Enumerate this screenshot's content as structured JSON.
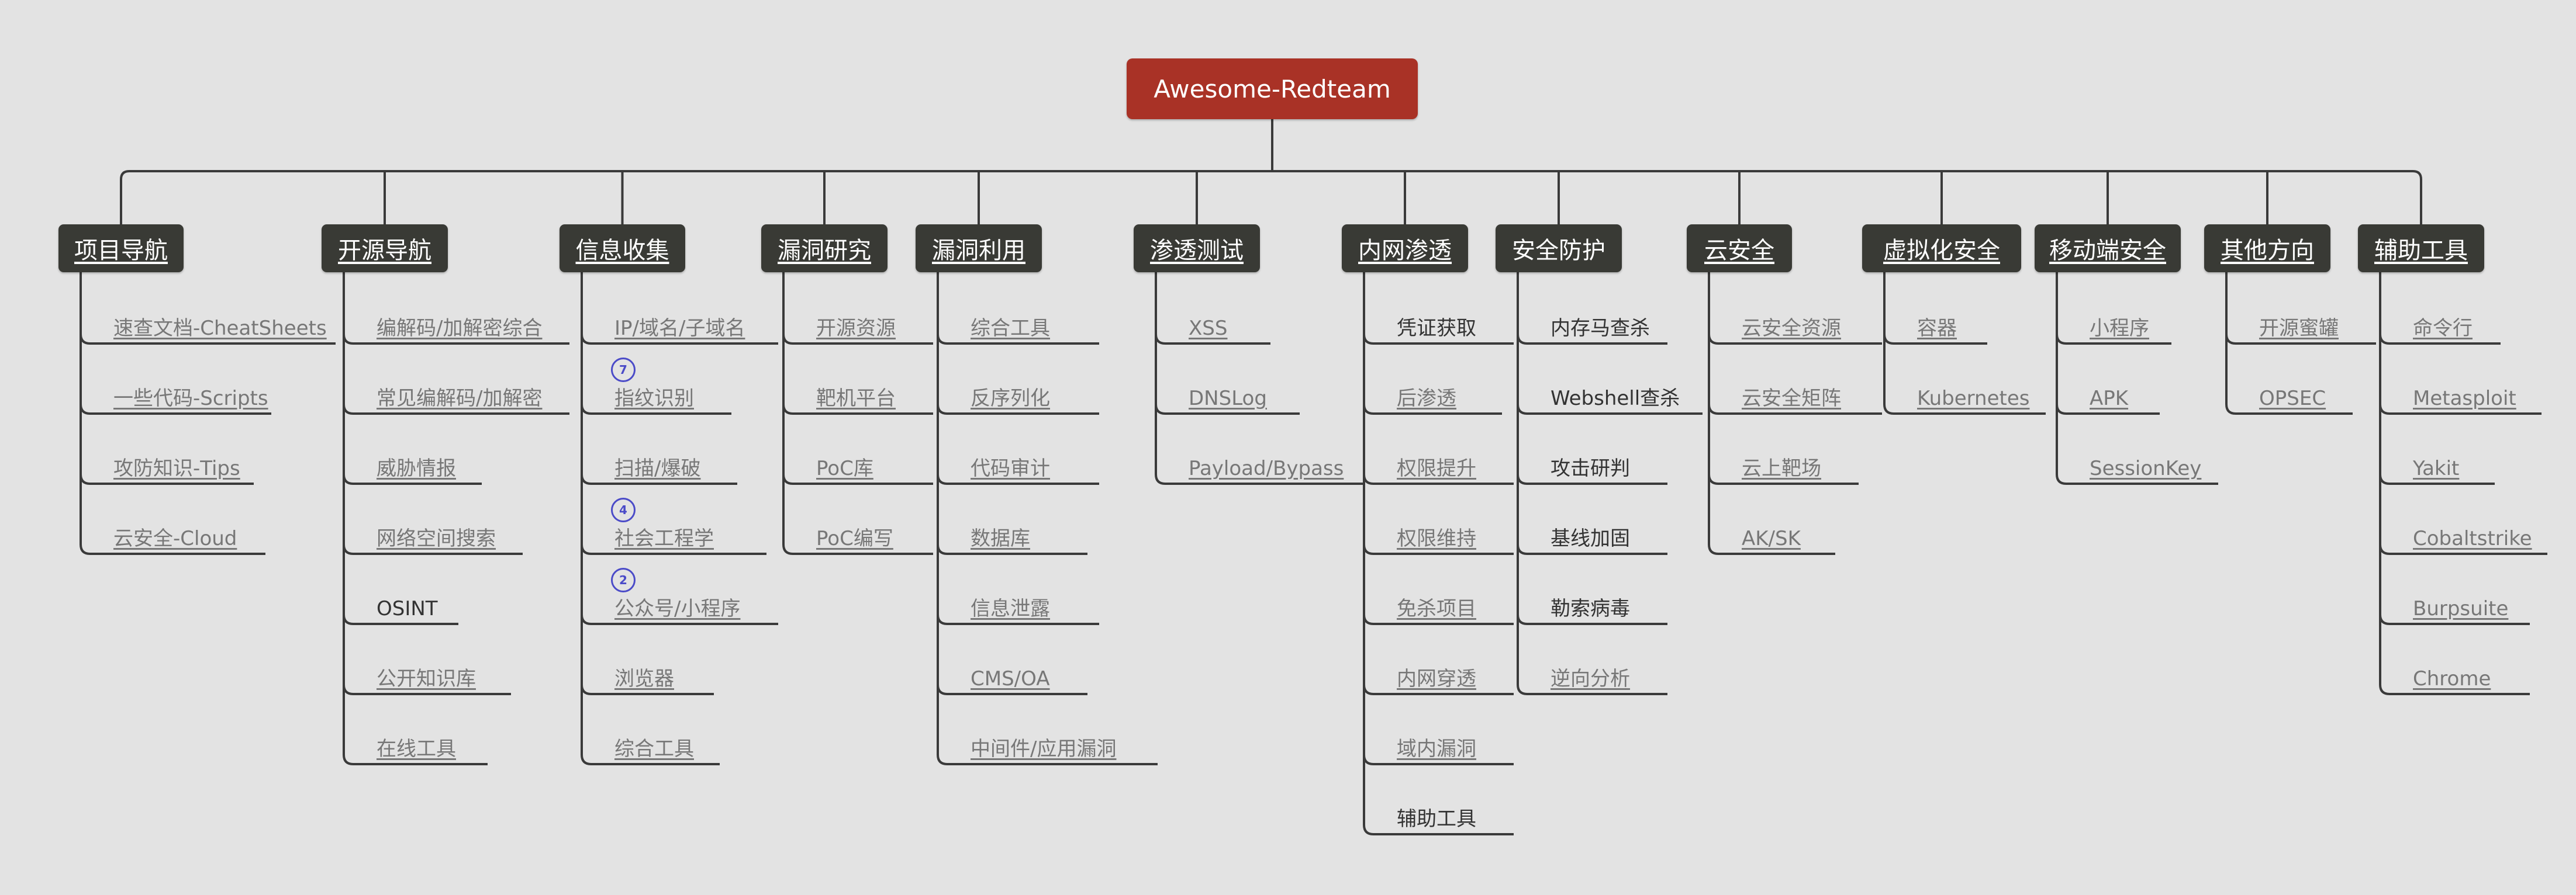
{
  "root": {
    "label": "Awesome-Redteam"
  },
  "branches": [
    {
      "label": "项目导航",
      "link": true,
      "items": [
        {
          "label": "速查文档-CheatSheets",
          "link": true
        },
        {
          "label": "一些代码-Scripts",
          "link": true
        },
        {
          "label": "攻防知识-Tips",
          "link": true
        },
        {
          "label": "云安全-Cloud",
          "link": true
        }
      ]
    },
    {
      "label": "开源导航",
      "link": true,
      "items": [
        {
          "label": "编解码/加解密综合",
          "link": true
        },
        {
          "label": "常见编解码/加解密",
          "link": true
        },
        {
          "label": "威胁情报",
          "link": true
        },
        {
          "label": "网络空间搜索",
          "link": true
        },
        {
          "label": "OSINT",
          "link": false
        },
        {
          "label": "公开知识库",
          "link": true
        },
        {
          "label": "在线工具",
          "link": true
        }
      ]
    },
    {
      "label": "信息收集",
      "link": true,
      "items": [
        {
          "label": "IP/域名/子域名",
          "link": true,
          "badge": "7"
        },
        {
          "label": "指纹识别",
          "link": true
        },
        {
          "label": "扫描/爆破",
          "link": true,
          "badge": "4"
        },
        {
          "label": "社会工程学",
          "link": true,
          "badge": "2"
        },
        {
          "label": "公众号/小程序",
          "link": true
        },
        {
          "label": "浏览器",
          "link": true
        },
        {
          "label": "综合工具",
          "link": true
        }
      ]
    },
    {
      "label": "漏洞研究",
      "link": true,
      "items": [
        {
          "label": "开源资源",
          "link": true
        },
        {
          "label": "靶机平台",
          "link": true
        },
        {
          "label": "PoC库",
          "link": true
        },
        {
          "label": "PoC编写",
          "link": true
        }
      ]
    },
    {
      "label": "漏洞利用",
      "link": true,
      "items": [
        {
          "label": "综合工具",
          "link": true
        },
        {
          "label": "反序列化",
          "link": true
        },
        {
          "label": "代码审计",
          "link": true
        },
        {
          "label": "数据库",
          "link": true
        },
        {
          "label": "信息泄露",
          "link": true
        },
        {
          "label": "CMS/OA",
          "link": true
        },
        {
          "label": "中间件/应用漏洞",
          "link": true
        }
      ]
    },
    {
      "label": "渗透测试",
      "link": true,
      "items": [
        {
          "label": "XSS",
          "link": true
        },
        {
          "label": "DNSLog",
          "link": true
        },
        {
          "label": "Payload/Bypass",
          "link": true
        }
      ]
    },
    {
      "label": "内网渗透",
      "link": true,
      "items": [
        {
          "label": "凭证获取",
          "link": false
        },
        {
          "label": "后渗透",
          "link": true
        },
        {
          "label": "权限提升",
          "link": true
        },
        {
          "label": "权限维持",
          "link": true
        },
        {
          "label": "免杀项目",
          "link": true
        },
        {
          "label": "内网穿透",
          "link": true
        },
        {
          "label": "域内漏洞",
          "link": true
        },
        {
          "label": "辅助工具",
          "link": false
        }
      ]
    },
    {
      "label": "安全防护",
      "link": false,
      "items": [
        {
          "label": "内存马查杀",
          "link": false
        },
        {
          "label": "Webshell查杀",
          "link": false
        },
        {
          "label": "攻击研判",
          "link": false
        },
        {
          "label": "基线加固",
          "link": false
        },
        {
          "label": "勒索病毒",
          "link": false
        },
        {
          "label": "逆向分析",
          "link": true
        }
      ]
    },
    {
      "label": "云安全",
      "link": true,
      "items": [
        {
          "label": "云安全资源",
          "link": true
        },
        {
          "label": "云安全矩阵",
          "link": true
        },
        {
          "label": "云上靶场",
          "link": true
        },
        {
          "label": "AK/SK",
          "link": true
        }
      ]
    },
    {
      "label": "虚拟化安全",
      "link": true,
      "items": [
        {
          "label": "容器",
          "link": true
        },
        {
          "label": "Kubernetes",
          "link": true
        }
      ]
    },
    {
      "label": "移动端安全",
      "link": true,
      "items": [
        {
          "label": "小程序",
          "link": true
        },
        {
          "label": "APK",
          "link": true
        },
        {
          "label": "SessionKey",
          "link": true
        }
      ]
    },
    {
      "label": "其他方向",
      "link": true,
      "items": [
        {
          "label": "开源蜜罐",
          "link": true
        },
        {
          "label": "OPSEC",
          "link": true
        }
      ]
    },
    {
      "label": "辅助工具",
      "link": true,
      "items": [
        {
          "label": "命令行",
          "link": true
        },
        {
          "label": "Metasploit",
          "link": true
        },
        {
          "label": "Yakit",
          "link": true
        },
        {
          "label": "Cobaltstrike",
          "link": true
        },
        {
          "label": "Burpsuite",
          "link": true
        },
        {
          "label": "Chrome",
          "link": true
        }
      ]
    }
  ]
}
